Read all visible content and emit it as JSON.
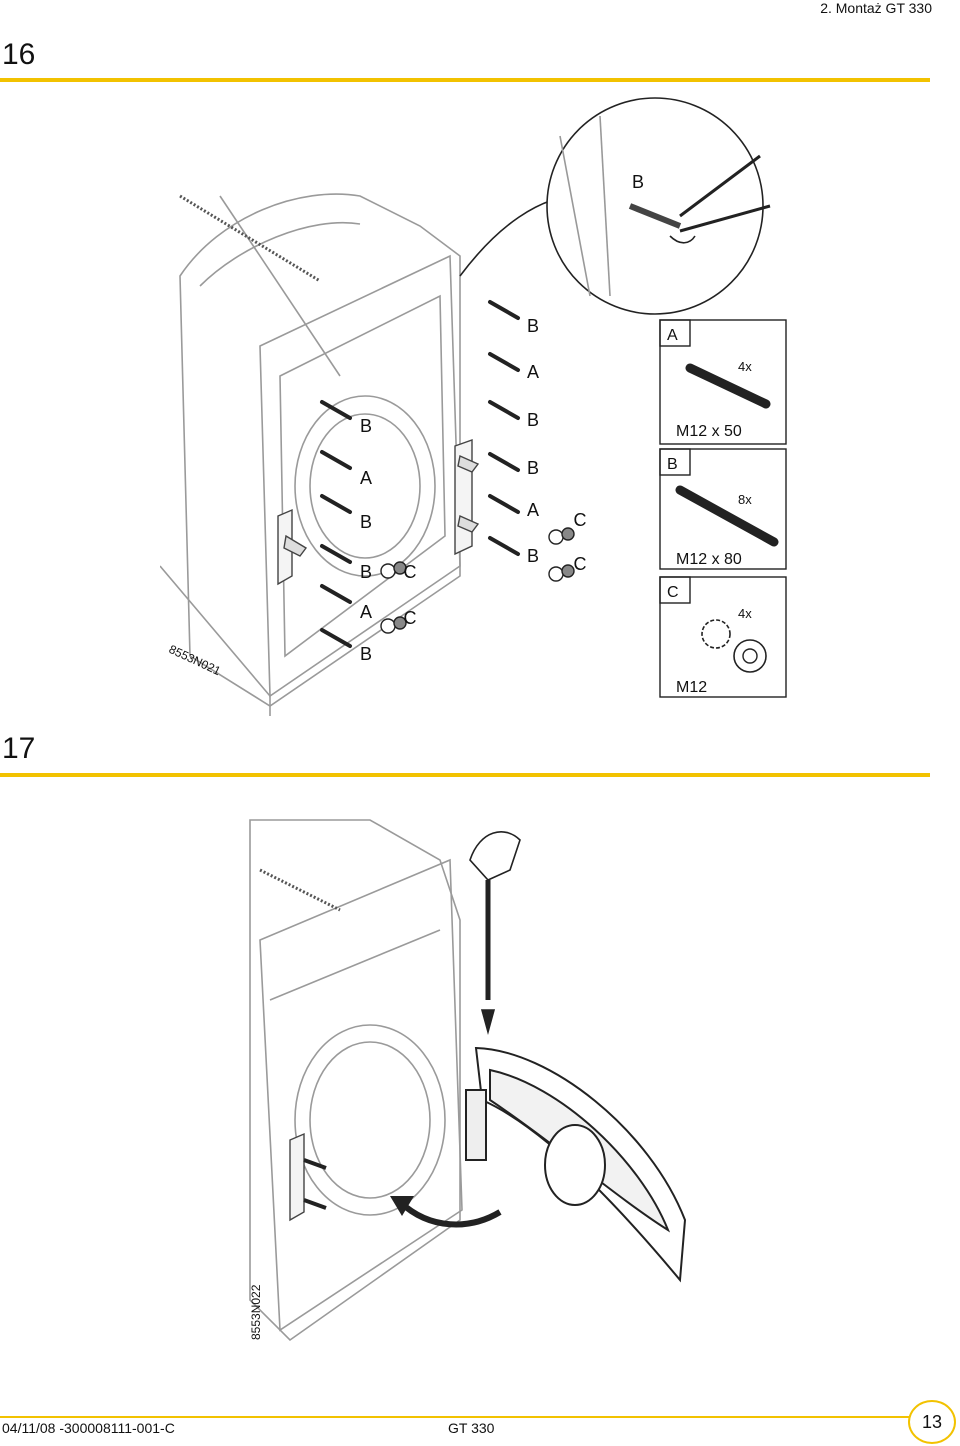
{
  "header": {
    "title": "2. Montaż GT 330"
  },
  "steps": [
    {
      "number": "16",
      "figure_code": "8553N021"
    },
    {
      "number": "17",
      "figure_code": "8553N022"
    }
  ],
  "callouts": {
    "a": "A",
    "b": "B",
    "c": "C"
  },
  "parts": [
    {
      "letter": "A",
      "qty": "4x",
      "size": "M12 x 50"
    },
    {
      "letter": "B",
      "qty": "8x",
      "size": "M12 x 80"
    },
    {
      "letter": "C",
      "qty": "4x",
      "size": "M12"
    }
  ],
  "footer": {
    "left": "04/11/08 -300008111-001-C",
    "center": "GT 330",
    "page": "13"
  },
  "colors": {
    "accent": "#f2c200",
    "line": "#1a1a1a",
    "faint": "#9a9a9a"
  }
}
